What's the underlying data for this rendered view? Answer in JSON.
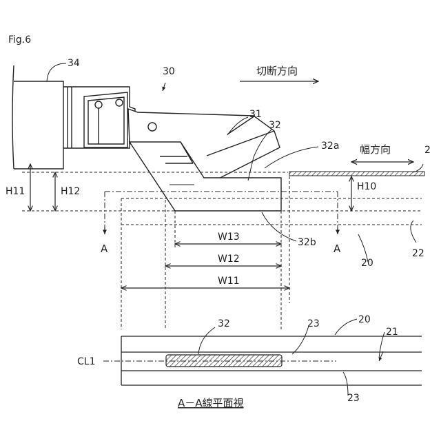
{
  "figure": {
    "label": "Fig.6",
    "cut_direction_label": "切断方向",
    "width_direction_label": "幅方向",
    "section_caption": "A－A線平面視",
    "colors": {
      "line": "#222222",
      "hatch": "#333333",
      "background": "#ffffff"
    }
  },
  "reference_numerals": {
    "n34": "34",
    "n30": "30",
    "n31": "31",
    "n32": "32",
    "n32a": "32a",
    "n32b": "32b",
    "n2": "2",
    "n22": "22",
    "n20": "20",
    "n20_plan": "20",
    "n21": "21",
    "n23_top": "23",
    "n23_bottom": "23",
    "n32_plan": "32"
  },
  "dimensions": {
    "H11": "H11",
    "H12": "H12",
    "H10": "H10",
    "W13": "W13",
    "W12": "W12",
    "W11": "W11"
  },
  "section_marks": {
    "left": "A",
    "right": "A"
  },
  "center_line": "CL1"
}
